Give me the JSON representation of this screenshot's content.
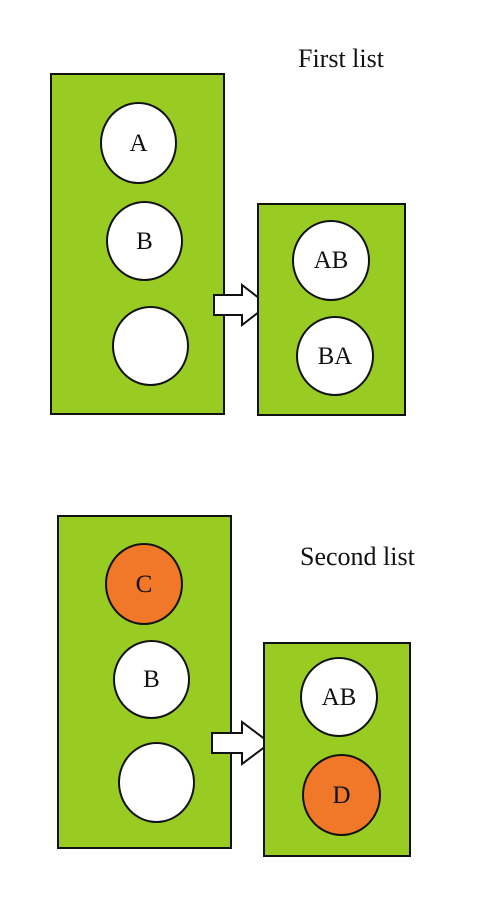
{
  "colors": {
    "panel_fill": "#99cc22",
    "node_fill": "#ffffff",
    "highlight_fill": "#f07828",
    "stroke": "#111111"
  },
  "first_list": {
    "title": "First list",
    "source_nodes": [
      "A",
      "B",
      ""
    ],
    "result_nodes": [
      "AB",
      "BA"
    ]
  },
  "second_list": {
    "title": "Second list",
    "source_nodes": [
      "C",
      "B",
      ""
    ],
    "result_nodes": [
      "AB",
      "D"
    ]
  }
}
